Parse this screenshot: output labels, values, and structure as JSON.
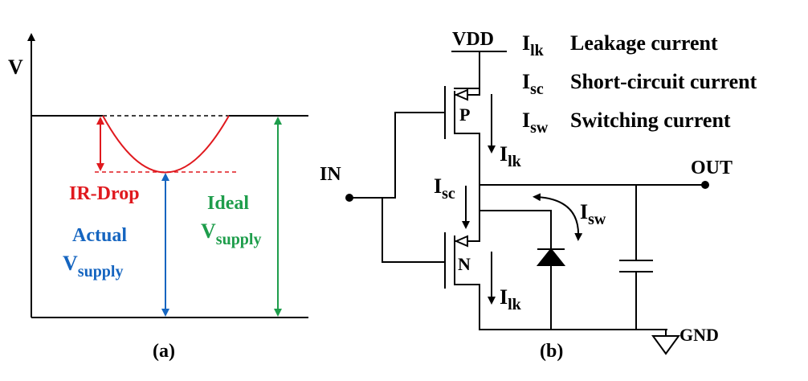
{
  "panel_a": {
    "axis_label": "V",
    "ir_drop_label": "IR-Drop",
    "actual_label": "Actual",
    "ideal_label": "Ideal",
    "v_prefix": "V",
    "supply_sub": "supply",
    "caption": "(a)",
    "colors": {
      "ir_drop": "#e0191e",
      "actual": "#1565c0",
      "ideal": "#1e9d4b",
      "line": "#000000"
    }
  },
  "panel_b": {
    "vdd": "VDD",
    "gnd": "GND",
    "in": "IN",
    "out": "OUT",
    "pmos": "P",
    "nmos": "N",
    "i_prefix": "I",
    "lk": "lk",
    "sc": "sc",
    "sw": "sw",
    "legend": [
      {
        "sub": "lk",
        "desc": "Leakage current"
      },
      {
        "sub": "sc",
        "desc": "Short-circuit current"
      },
      {
        "sub": "sw",
        "desc": "Switching current"
      }
    ],
    "caption": "(b)"
  }
}
